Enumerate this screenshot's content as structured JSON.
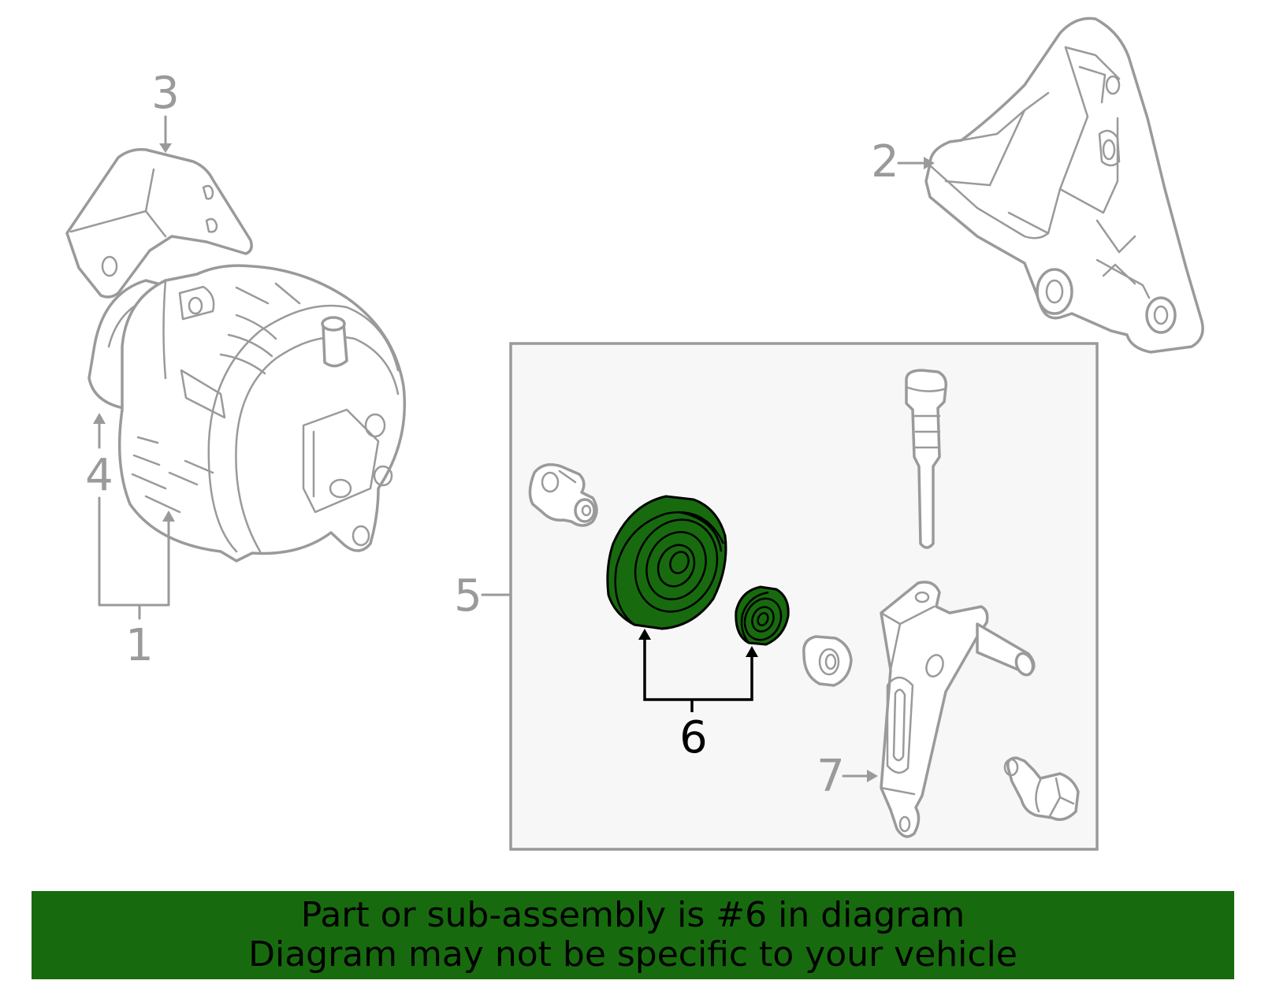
{
  "callouts": {
    "c1": "1",
    "c2": "2",
    "c3": "3",
    "c4": "4",
    "c5": "5",
    "c6": "6",
    "c7": "7"
  },
  "banner": {
    "line1": "Part or sub-assembly is #6 in diagram",
    "line2": "Diagram may not be specific to your vehicle"
  },
  "colors": {
    "highlight": "#176b0e",
    "outline_gray": "#9a9a9a",
    "box_background": "#f7f7f7"
  }
}
